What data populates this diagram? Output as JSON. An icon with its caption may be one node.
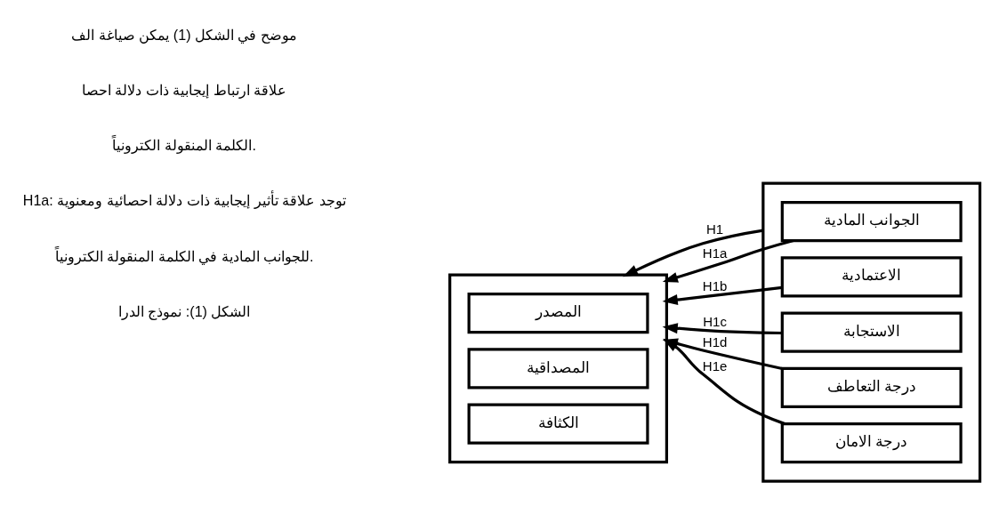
{
  "diagram": {
    "nodes": [
      {
        "text": [],
        "shape": "box"
      },
      {
        "text": [
          "المصدر"
        ],
        "in": 0
      },
      {
        "text": [
          "المصداقية"
        ],
        "in": 0
      },
      {
        "text": [
          "الكثافة"
        ],
        "in": 0
      },
      {
        "text": [],
        "shape": "box"
      },
      {
        "text": [
          "الجوانب المادية"
        ],
        "in": 4
      },
      {
        "text": [
          "الاعتمادية"
        ],
        "in": 4
      },
      {
        "text": [
          "الاستجابة"
        ],
        "in": 4
      },
      {
        "text": [
          "درجة التعاطف"
        ],
        "in": 4
      },
      {
        "text": [
          "درجة الامان"
        ],
        "in": 4
      }
    ],
    "edges": [
      {
        "from": 4,
        "to": 0,
        "arrow": "to",
        "label": "H1"
      },
      {
        "from": 5,
        "to": 0,
        "arrow": "to",
        "label": "H1a"
      },
      {
        "from": 6,
        "to": 0,
        "arrow": "to",
        "label": "H1b"
      },
      {
        "from": 7,
        "to": 0,
        "arrow": "to",
        "label": "H1c"
      },
      {
        "from": 8,
        "to": 0,
        "arrow": "to",
        "label": "H1d"
      },
      {
        "from": 9,
        "to": 0,
        "arrow": "to",
        "label": "H1e"
      }
    ],
    "labels": [
      "الشكل (1): نموذج الدرا",
      "موضح في الشكل (1) يمكن صياغة الف",
      "علاقة ارتباط إيجابية ذات دلالة احصا",
      "الكلمة المنقولة الكترونياً.",
      "H1a: توجد علاقة تأثير إيجابية ذات دلالة احصائية ومعنوية",
      "للجوانب المادية في الكلمة المنقولة الكترونياً."
    ]
  }
}
